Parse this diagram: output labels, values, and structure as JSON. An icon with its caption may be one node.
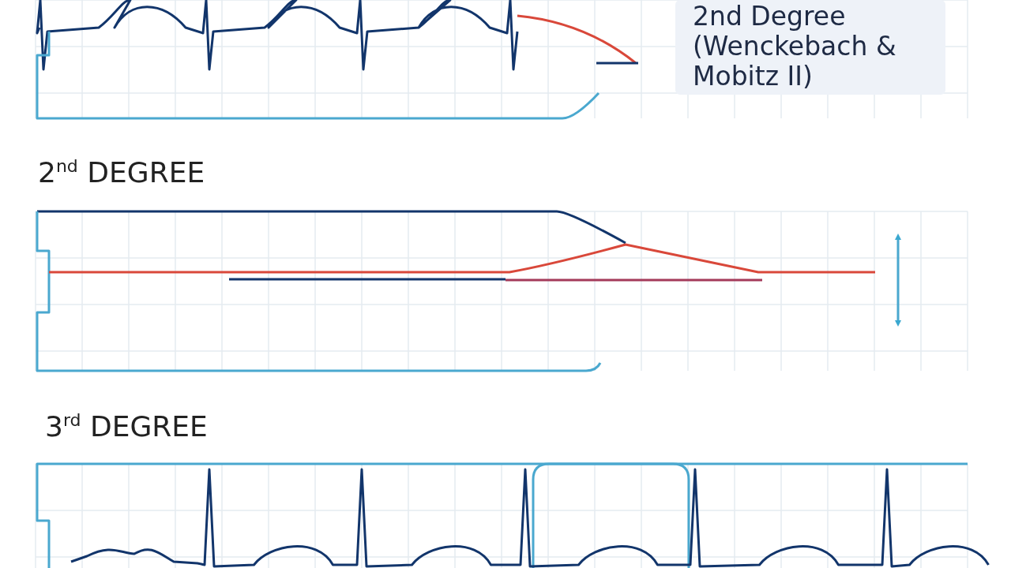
{
  "diagram": {
    "nodes": [
      {
        "text": [
          "2nd Degree (Wenckebach & Mobitz II)"
        ]
      }
    ],
    "labels": [
      "2$^{nd}$ DEGREE",
      "3$^{rd}$ DEGREE"
    ]
  }
}
